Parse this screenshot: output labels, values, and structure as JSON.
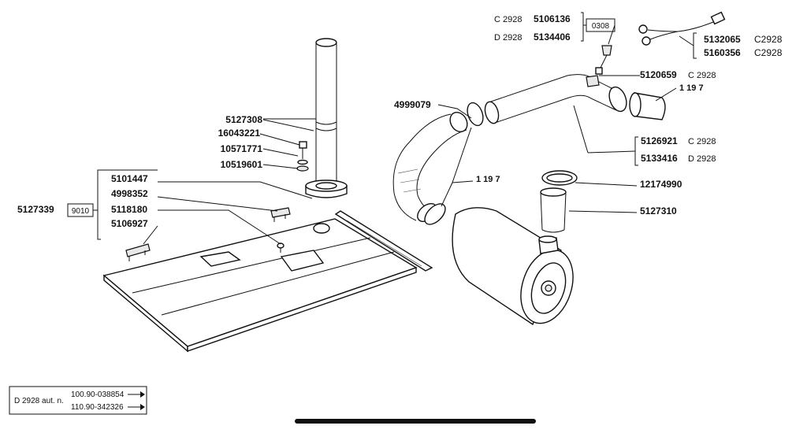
{
  "labels": {
    "left": {
      "l5127308": "5127308",
      "l16043221": "16043221",
      "l10571771": "10571771",
      "l10519601": "10519601",
      "l5101447": "5101447",
      "l4998352": "4998352",
      "l5118180": "5118180",
      "l5106927": "5106927",
      "l5127339": "5127339",
      "box9010": "9010"
    },
    "right": {
      "c2928a": "C 2928",
      "l5106136": "5106136",
      "d2928a": "D 2928",
      "l5134406": "5134406",
      "box0308": "0308",
      "l5132065": "5132065",
      "c2928b": "C2928",
      "l5160356": "5160356",
      "c2928c": "C2928",
      "l5120659": "5120659",
      "c2928d": "C 2928",
      "n1197a": "1 19 7",
      "l4999079": "4999079",
      "l5126921": "5126921",
      "c2928e": "C 2928",
      "l5133416": "5133416",
      "d2928b": "D 2928",
      "n1197b": "1 19 7",
      "l12174990": "12174990",
      "l5127310": "5127310"
    }
  },
  "footer": {
    "model": "D 2928 aut. n.",
    "serial1": "100.90-038854",
    "serial2": "110.90-342326"
  }
}
